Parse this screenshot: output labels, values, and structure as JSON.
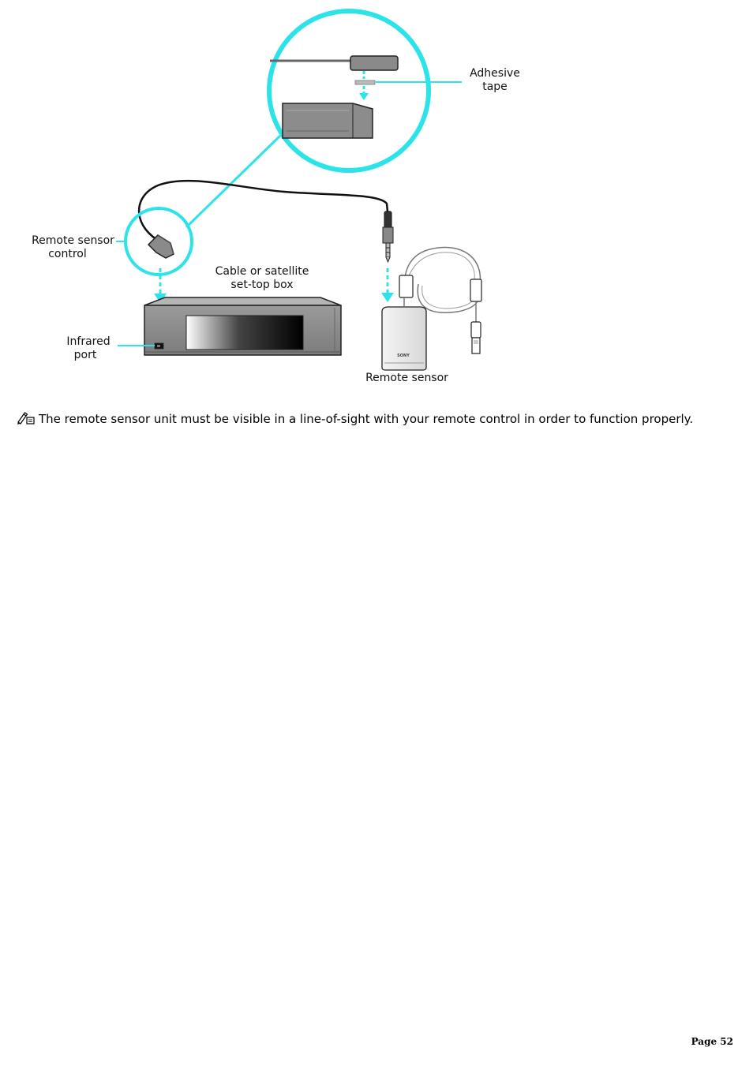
{
  "figure": {
    "labels": {
      "adhesive_tape_line1": "Adhesive",
      "adhesive_tape_line2": "tape",
      "remote_sensor_control_line1": "Remote sensor",
      "remote_sensor_control_line2": "control",
      "set_top_box_line1": "Cable or satellite",
      "set_top_box_line2": "set-top box",
      "infrared_port_line1": "Infrared",
      "infrared_port_line2": "port",
      "remote_sensor": "Remote sensor",
      "brand_badge": "SONY"
    },
    "colors": {
      "callout_cyan": "#2de3ea",
      "device_gray": "#8a8a8a",
      "outline": "#222222"
    }
  },
  "note": {
    "icon": "pencil-note-icon",
    "text": "The remote sensor unit must be visible in a line-of-sight with your remote control in order to function properly."
  },
  "footer": {
    "page_label": "Page 52"
  }
}
